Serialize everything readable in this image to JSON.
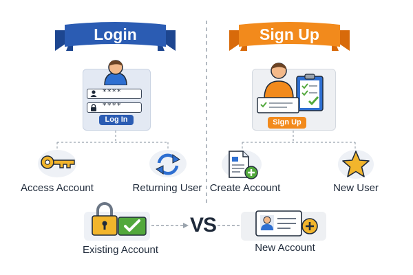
{
  "login": {
    "title": "Login",
    "password_mask_1": "****",
    "password_mask_2": "****",
    "button_label": "Log In"
  },
  "signup": {
    "title": "Sign Up",
    "button_label": "Sign Up"
  },
  "options": {
    "access_account": "Access Account",
    "returning_user": "Returning User",
    "create_account": "Create Account",
    "new_user": "New User"
  },
  "comparison": {
    "vs": "VS",
    "existing_account": "Existing Account",
    "new_account": "New Account"
  },
  "colors": {
    "login_blue": "#2b5cb3",
    "signup_orange": "#f28a1c",
    "card_bg": "#eef1f6",
    "accent_green": "#52a83c",
    "lock_yellow": "#f2b52c"
  },
  "icons": [
    "user-icon",
    "lock-icon",
    "key-icon",
    "refresh-icon",
    "document-add-icon",
    "star-icon",
    "padlock-icon",
    "check-icon",
    "id-card-icon",
    "plus-icon",
    "clipboard-icon"
  ]
}
